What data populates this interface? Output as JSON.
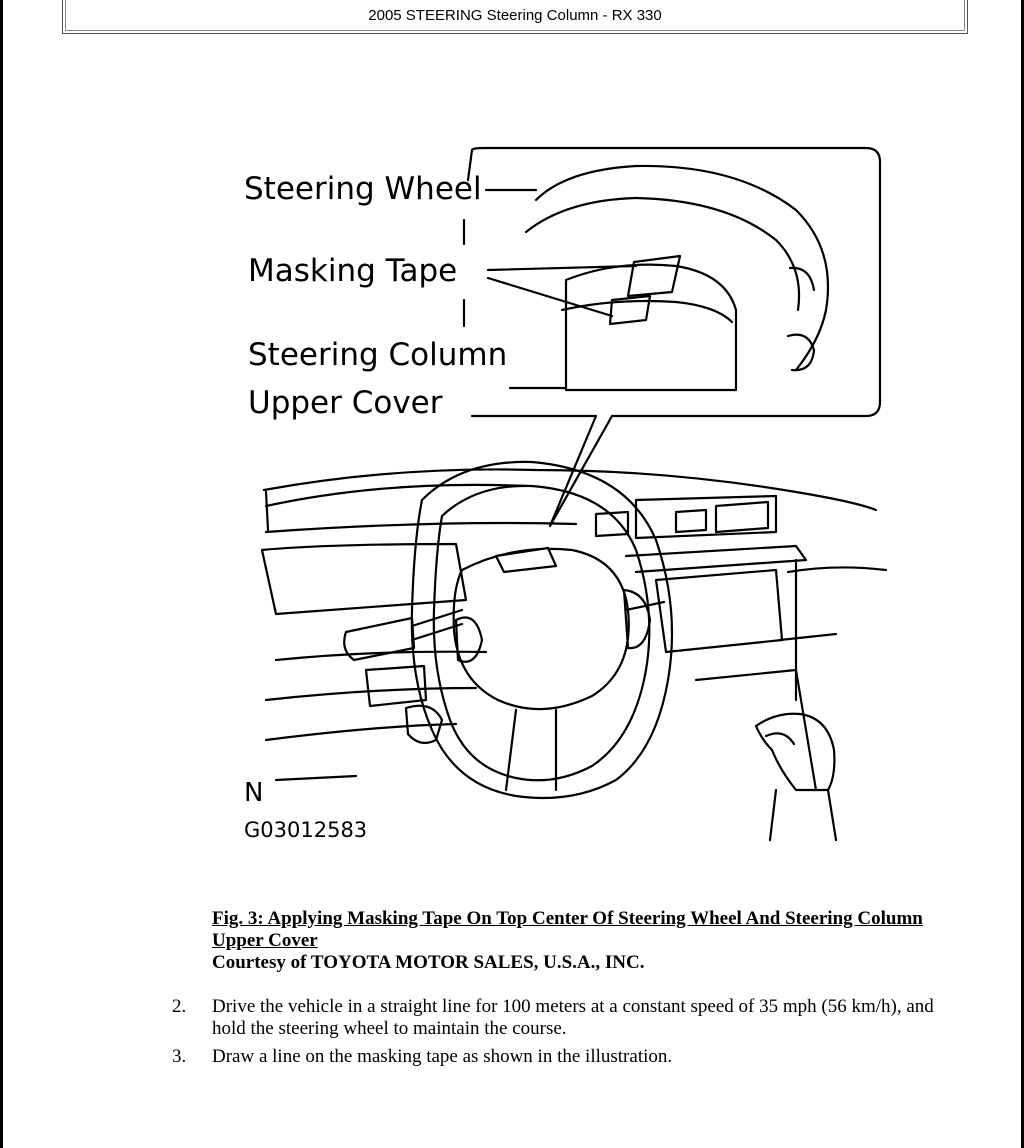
{
  "header": {
    "title": "2005 STEERING Steering Column - RX 330"
  },
  "figure": {
    "labels": {
      "steering_wheel": "Steering Wheel",
      "masking_tape": "Masking Tape",
      "column_line1": "Steering Column",
      "column_line2": "Upper Cover"
    },
    "orientation_mark": "N",
    "figure_code": "G03012583"
  },
  "caption": {
    "title": "Fig. 3: Applying Masking Tape On Top Center Of Steering Wheel And Steering Column Upper Cover",
    "courtesy": "Courtesy of TOYOTA MOTOR SALES, U.S.A., INC."
  },
  "steps": [
    {
      "number": "2.",
      "text": "Drive the vehicle in a straight line for 100 meters at a constant speed of 35 mph (56 km/h), and hold the steering wheel to maintain the course."
    },
    {
      "number": "3.",
      "text": "Draw a line on the masking tape as shown in the illustration."
    }
  ]
}
